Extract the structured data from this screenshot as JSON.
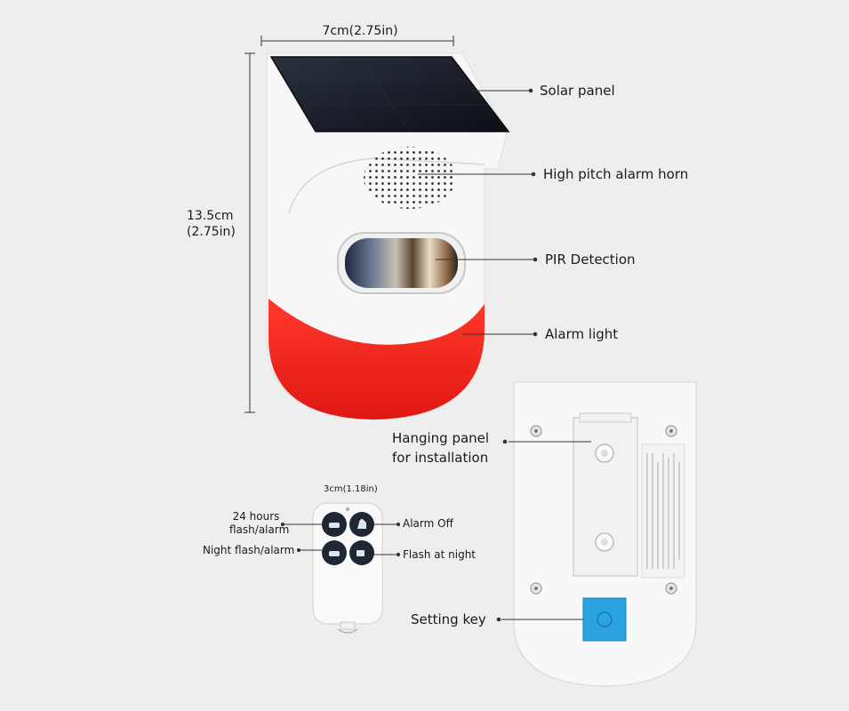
{
  "dimensions": {
    "width_label": "7cm(2.75in)",
    "height_label_line1": "13.5cm",
    "height_label_line2": "(2.75in)",
    "remote_width_label": "3cm(1.18in)"
  },
  "callouts": {
    "solar_panel": "Solar panel",
    "alarm_horn": "High pitch alarm horn",
    "pir": "PIR Detection",
    "alarm_light": "Alarm light",
    "hanging_panel_line1": "Hanging panel",
    "hanging_panel_line2": "for installation",
    "setting_key": "Setting key"
  },
  "remote": {
    "btn_24h_line1": "24 hours",
    "btn_24h_line2": "flash/alarm",
    "btn_night": "Night flash/alarm",
    "btn_alarm_off": "Alarm Off",
    "btn_flash_night": "Flash at night"
  },
  "colors": {
    "background": "#eeeeee",
    "device_body": "#f7f7f7",
    "alarm_red": "#f2231c",
    "solar_dark": "#151922",
    "setting_key_blue": "#2aa3e0",
    "remote_button": "#1e2733"
  }
}
